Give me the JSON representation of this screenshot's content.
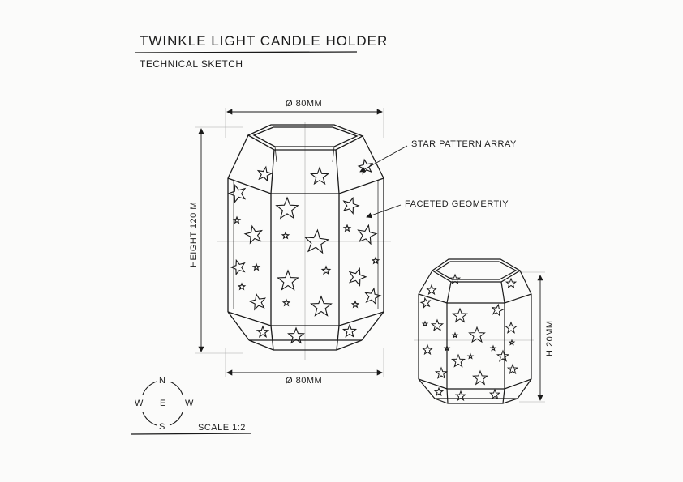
{
  "title": "TWINKLE LIGHT CANDLE HOLDER",
  "subtitle": "TECHNICAL SKETCH",
  "dimensions": {
    "top_diameter": "Ø 80MM",
    "bottom_diameter": "Ø 80MM",
    "height_left": "HEIGHT 120 M",
    "height_right": "H 20MM"
  },
  "callouts": {
    "star_pattern": "STAR PATTERN ARRAY",
    "faceted": "FACETED GEOMERTIY"
  },
  "compass": {
    "n": "N",
    "s": "S",
    "e": "E",
    "w_left": "W",
    "w_right": "W"
  },
  "scale": "SCALE 1:2",
  "colors": {
    "ink": "#1a1a1a",
    "paper": "#fbfbfa",
    "guide": "#9a9a9a"
  }
}
